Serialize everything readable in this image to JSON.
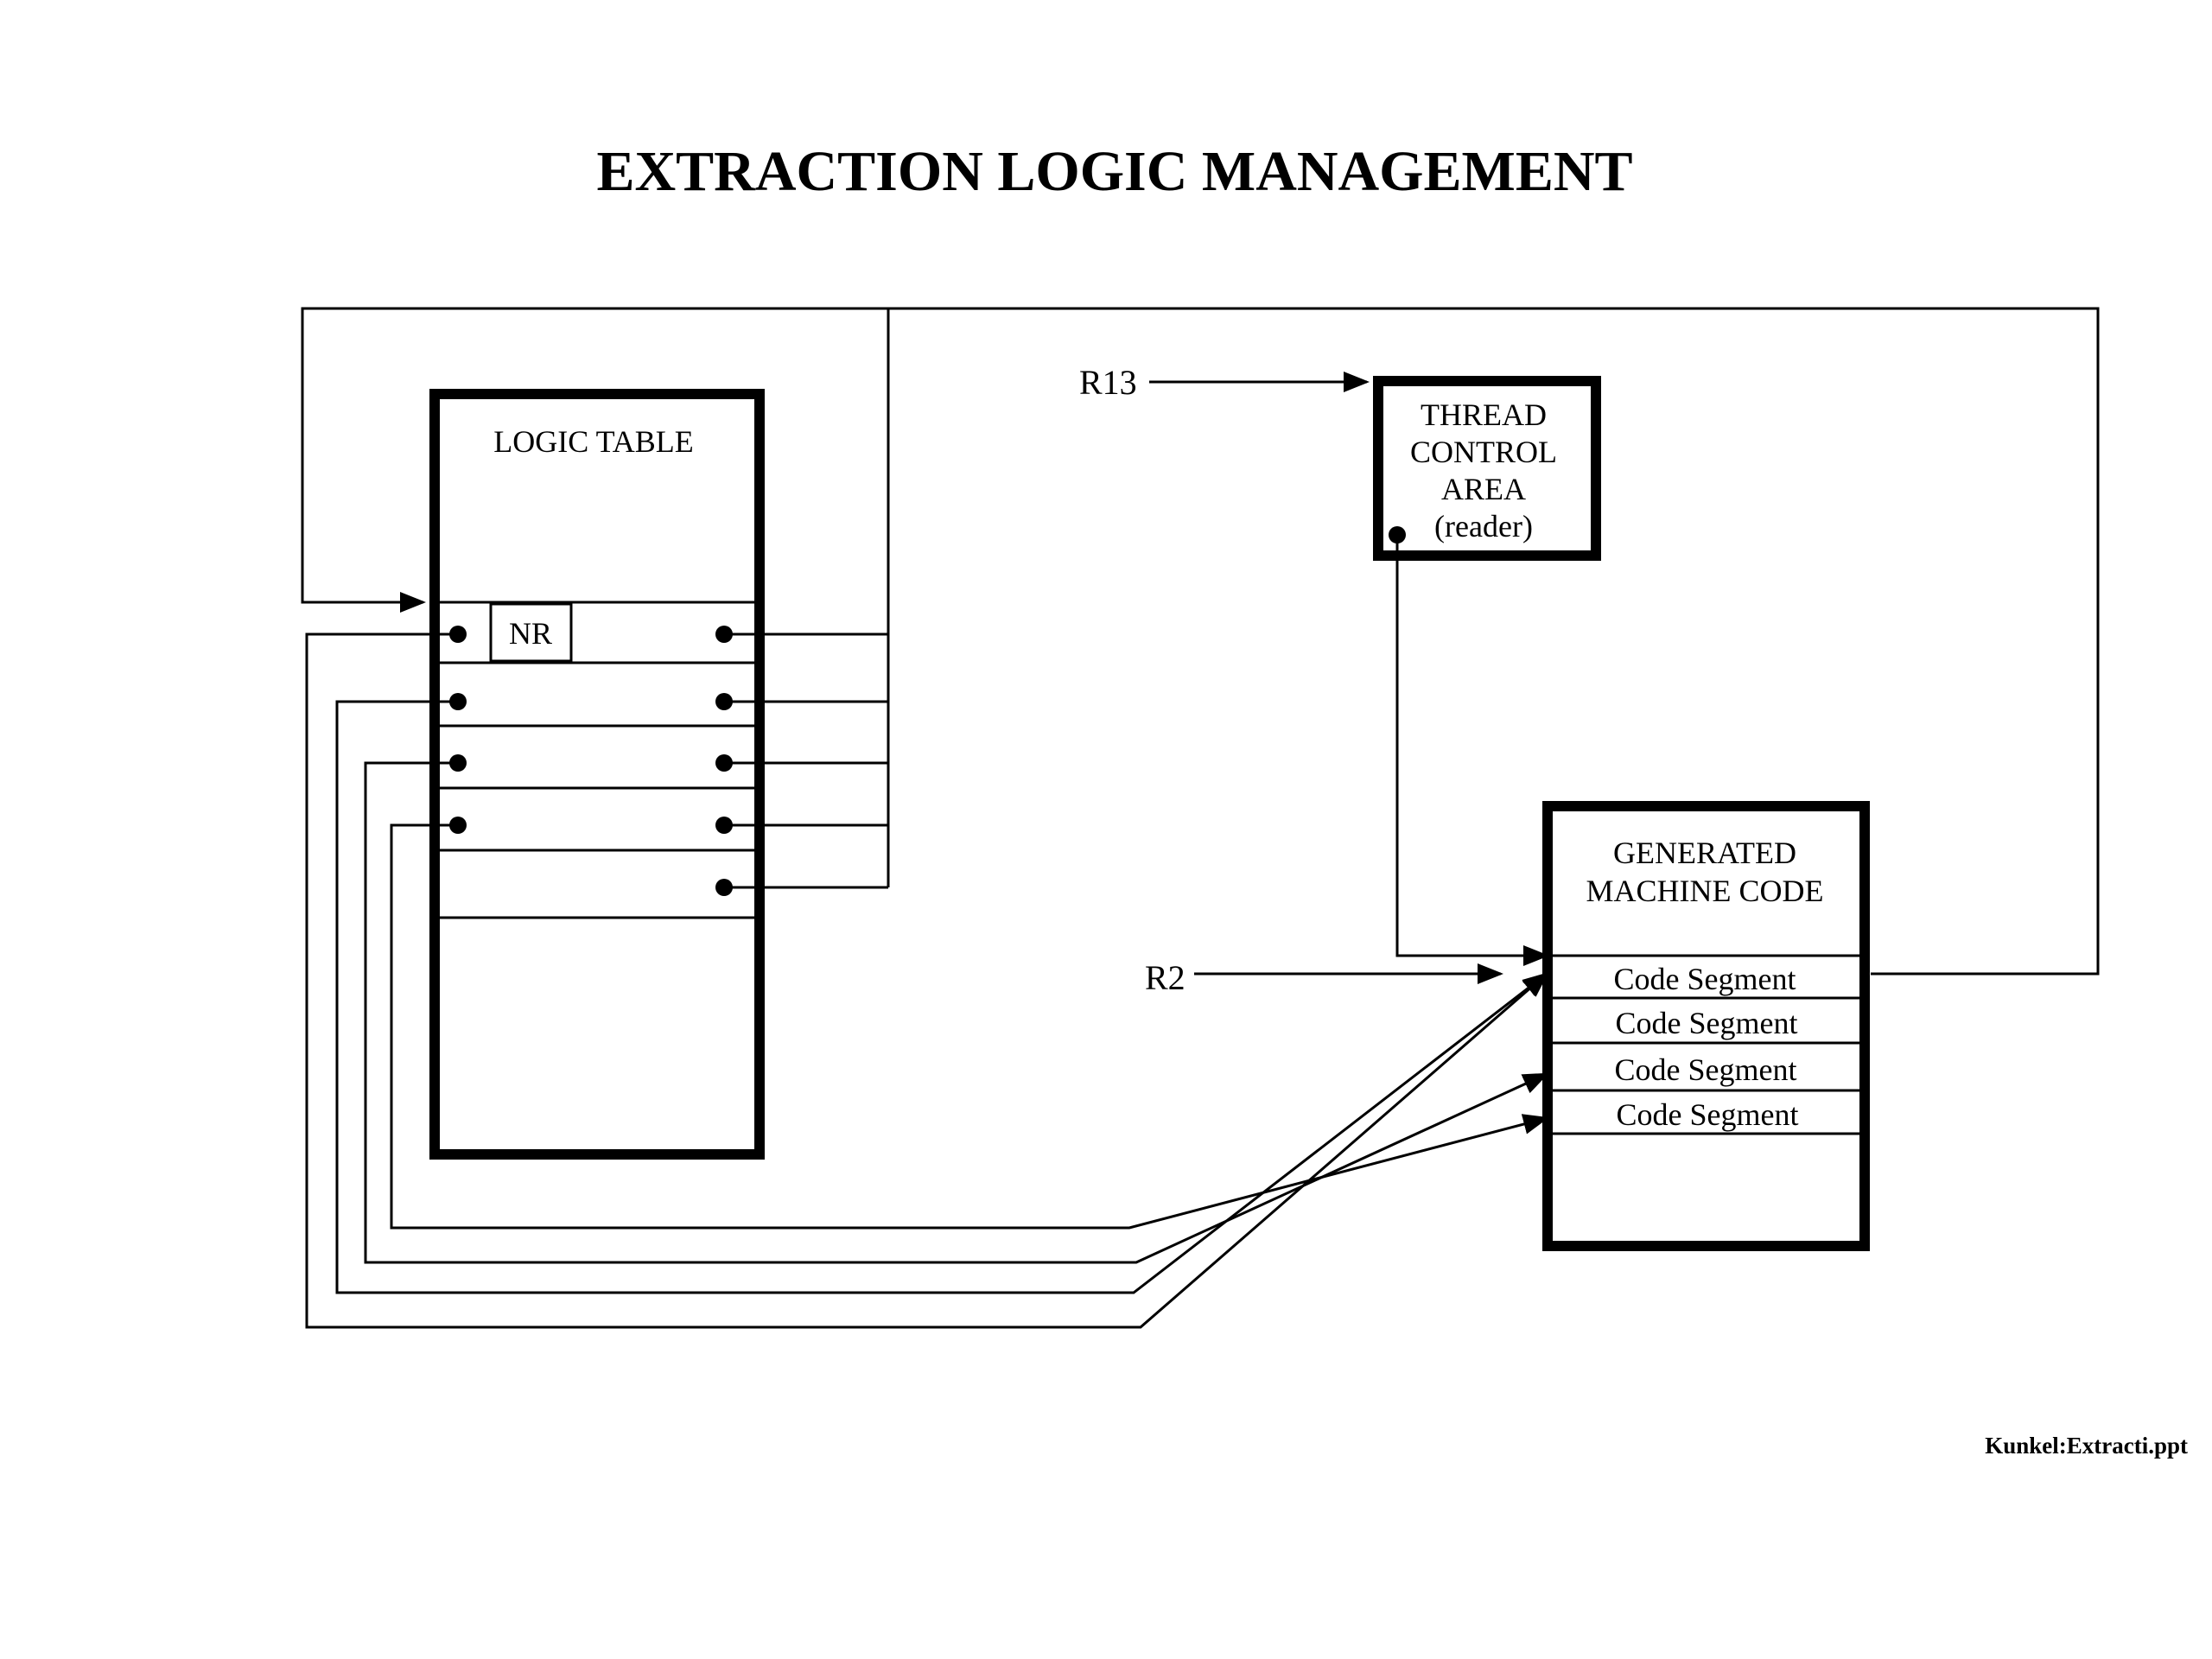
{
  "title": "EXTRACTION LOGIC MANAGEMENT",
  "logic_table": {
    "label": "LOGIC TABLE",
    "nr_label": "NR"
  },
  "thread_control_area": {
    "lines": [
      "THREAD",
      "CONTROL",
      "AREA",
      "(reader)"
    ]
  },
  "generated_machine_code": {
    "lines": [
      "GENERATED",
      "MACHINE CODE"
    ],
    "segments": [
      "Code Segment",
      "Code Segment",
      "Code Segment",
      "Code Segment"
    ]
  },
  "registers": {
    "r13": "R13",
    "r2": "R2"
  },
  "footer": "Kunkel:Extracti.ppt"
}
